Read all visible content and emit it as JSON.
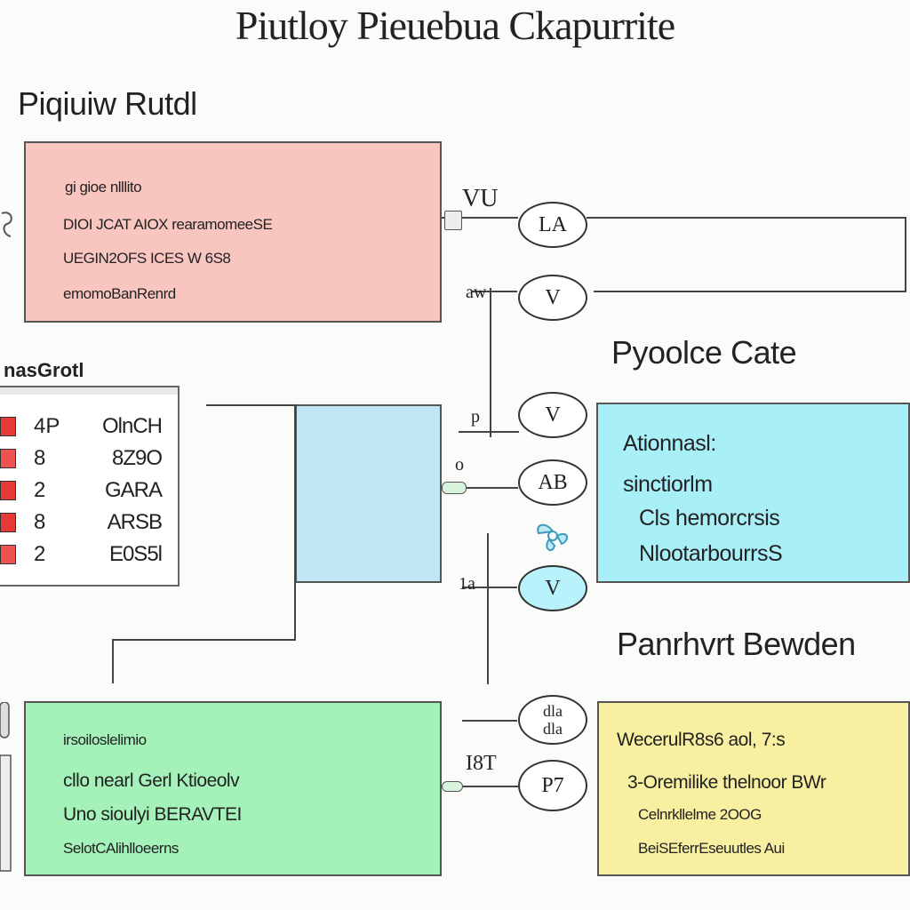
{
  "title": "Piutloy Pieuebua Ckapurrite",
  "sections": {
    "top_left": "Piqiuiw Rutdl",
    "right_mid": "Pyoolce Cate",
    "right_lower": "Panrhvrt Bewden"
  },
  "legend": {
    "title": "nasGrotl",
    "rows": [
      {
        "color": "#e53935",
        "index": "4P",
        "value": "OlnCH"
      },
      {
        "color": "#ef5350",
        "index": "8",
        "value": "8Z9O"
      },
      {
        "color": "#e53935",
        "index": "2",
        "value": "GARA"
      },
      {
        "color": "#e53935",
        "index": "8",
        "value": "ARSB"
      },
      {
        "color": "#ef5350",
        "index": "2",
        "value": "E0S5l"
      }
    ]
  },
  "boxes": {
    "pink": [
      "gi gioe nlllito",
      "DIOI JCAT AIOX rearamomeeSE",
      "UEGIN2OFS ICES W 6S8",
      "emomoBanRenrd"
    ],
    "cyan": [
      "Ationnasl:",
      "sinctiorlm",
      "Cls hemorcrsis",
      "NlootarbourrsS"
    ],
    "green": [
      "irsoiloslelimio",
      "cllo nearl Gerl Ktioeolv",
      "Uno sioulyi BERAVTEI",
      "SelotCAlihlloeerns"
    ],
    "yellow": [
      "WecerulR8s6 aol, 7:s",
      "3-Oremilike thelnoor BWr",
      "Celnrkllelme 2OOG",
      "BeiSEferrEseuutles Aui"
    ]
  },
  "nodes": [
    {
      "name": "node-la",
      "label": "LA"
    },
    {
      "name": "node-v",
      "label": "V"
    },
    {
      "name": "node-y",
      "label": "V"
    },
    {
      "name": "node-ab",
      "label": "AB"
    },
    {
      "name": "node-cyan-v",
      "label": "V"
    },
    {
      "name": "node-dla",
      "line1": "dla",
      "line2": "dla"
    },
    {
      "name": "node-p7",
      "label": "P7"
    }
  ],
  "connectors": [
    "VU",
    "aw",
    "p",
    "o",
    "1a",
    "I8T"
  ],
  "colors": {
    "pink": "#f9c5bf",
    "blue": "#bfe6f2",
    "cyan": "#a8eff8",
    "green": "#a4f1b9",
    "yellow": "#f8f0a0"
  }
}
